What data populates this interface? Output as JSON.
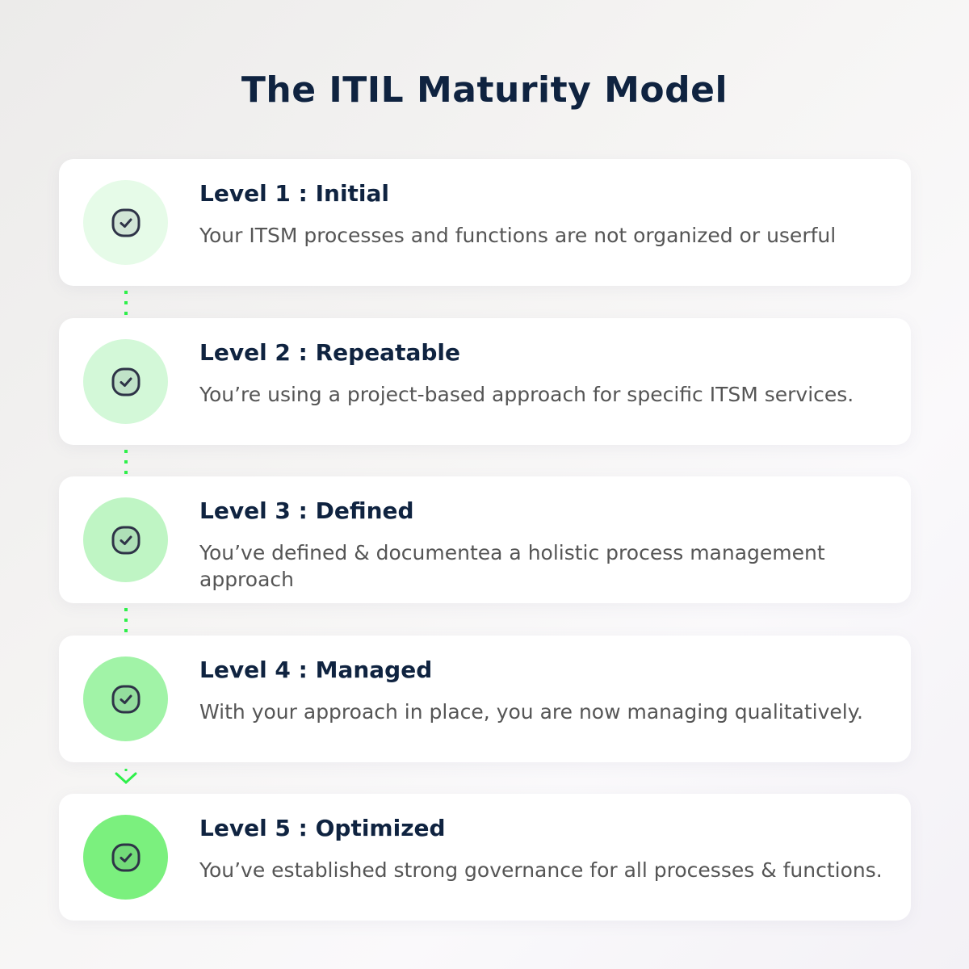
{
  "title": "The ITIL Maturity Model",
  "levels": [
    {
      "label": "Level 1 : Initial",
      "description": "Your ITSM processes and functions are not organized or userful",
      "color": "#e6fbe8"
    },
    {
      "label": "Level 2 : Repeatable",
      "description": "You’re using a project-based approach for specific ITSM services.",
      "color": "#d3f8d8"
    },
    {
      "label": "Level 3 : Defined",
      "description": "You’ve defined & documentea a holistic process management approach",
      "color": "#bff5c4"
    },
    {
      "label": "Level 4 : Managed",
      "description": "With your approach in place, you are now managing qualitatively.",
      "color": "#a1f3a7"
    },
    {
      "label": "Level 5 : Optimized",
      "description": "You’ve established strong governance for all processes & functions.",
      "color": "#7bf07e"
    }
  ],
  "connector_color": "#2ef04a"
}
